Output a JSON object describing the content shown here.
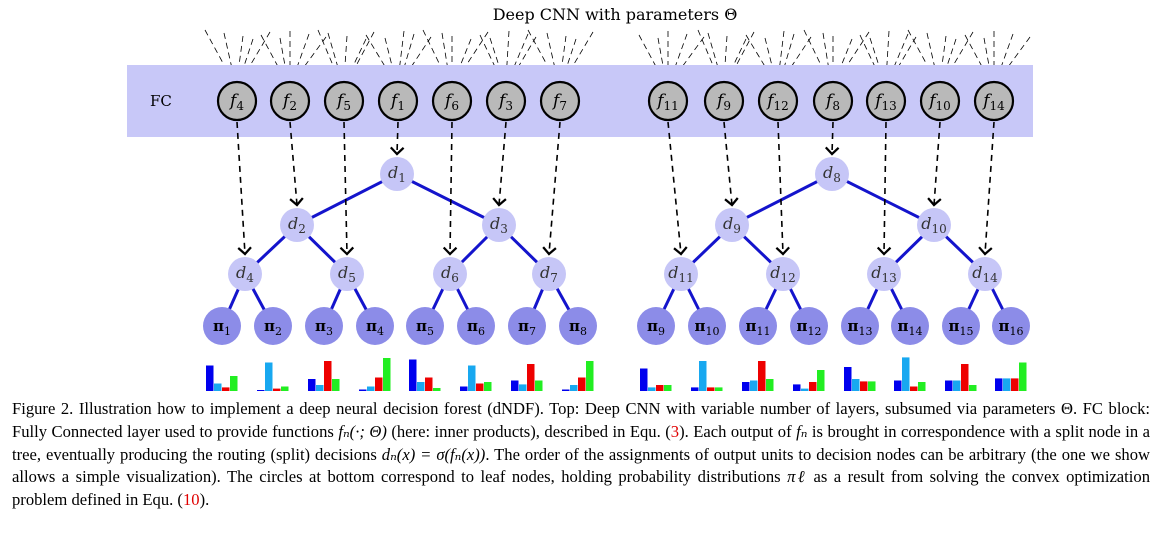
{
  "title": "Deep CNN with parameters Θ",
  "fc_label": "FC",
  "colors": {
    "fc_band": "#c8c8f8",
    "fn_node_fill": "#b9b9b9",
    "split_node_fill": "#c6c6f7",
    "leaf_node_fill": "#8c8ce8",
    "edge": "#1414cc",
    "bar_blue": "#0000ee",
    "bar_cyan": "#18a8f0",
    "bar_red": "#ee0000",
    "bar_green": "#22ee22"
  },
  "fn_nodes": [
    {
      "letter": "f",
      "sub": "4"
    },
    {
      "letter": "f",
      "sub": "2"
    },
    {
      "letter": "f",
      "sub": "5"
    },
    {
      "letter": "f",
      "sub": "1"
    },
    {
      "letter": "f",
      "sub": "6"
    },
    {
      "letter": "f",
      "sub": "3"
    },
    {
      "letter": "f",
      "sub": "7"
    },
    {
      "letter": "f",
      "sub": "11"
    },
    {
      "letter": "f",
      "sub": "9"
    },
    {
      "letter": "f",
      "sub": "12"
    },
    {
      "letter": "f",
      "sub": "8"
    },
    {
      "letter": "f",
      "sub": "13"
    },
    {
      "letter": "f",
      "sub": "10"
    },
    {
      "letter": "f",
      "sub": "14"
    }
  ],
  "split_nodes": [
    {
      "letter": "d",
      "sub": "1"
    },
    {
      "letter": "d",
      "sub": "2"
    },
    {
      "letter": "d",
      "sub": "3"
    },
    {
      "letter": "d",
      "sub": "4"
    },
    {
      "letter": "d",
      "sub": "5"
    },
    {
      "letter": "d",
      "sub": "6"
    },
    {
      "letter": "d",
      "sub": "7"
    },
    {
      "letter": "d",
      "sub": "8"
    },
    {
      "letter": "d",
      "sub": "9"
    },
    {
      "letter": "d",
      "sub": "10"
    },
    {
      "letter": "d",
      "sub": "11"
    },
    {
      "letter": "d",
      "sub": "12"
    },
    {
      "letter": "d",
      "sub": "13"
    },
    {
      "letter": "d",
      "sub": "14"
    }
  ],
  "leaf_nodes": [
    {
      "letter": "π",
      "sub": "1"
    },
    {
      "letter": "π",
      "sub": "2"
    },
    {
      "letter": "π",
      "sub": "3"
    },
    {
      "letter": "π",
      "sub": "4"
    },
    {
      "letter": "π",
      "sub": "5"
    },
    {
      "letter": "π",
      "sub": "6"
    },
    {
      "letter": "π",
      "sub": "7"
    },
    {
      "letter": "π",
      "sub": "8"
    },
    {
      "letter": "π",
      "sub": "9"
    },
    {
      "letter": "π",
      "sub": "10"
    },
    {
      "letter": "π",
      "sub": "11"
    },
    {
      "letter": "π",
      "sub": "12"
    },
    {
      "letter": "π",
      "sub": "13"
    },
    {
      "letter": "π",
      "sub": "14"
    },
    {
      "letter": "π",
      "sub": "15"
    },
    {
      "letter": "π",
      "sub": "16"
    }
  ],
  "leaf_distributions": [
    [
      0.85,
      0.25,
      0.12,
      0.5
    ],
    [
      0.0,
      0.95,
      0.08,
      0.15
    ],
    [
      0.4,
      0.2,
      1.0,
      0.4
    ],
    [
      0.05,
      0.15,
      0.45,
      1.1
    ],
    [
      1.05,
      0.3,
      0.45,
      0.1
    ],
    [
      0.15,
      0.85,
      0.25,
      0.3
    ],
    [
      0.35,
      0.22,
      0.9,
      0.35
    ],
    [
      0.05,
      0.2,
      0.45,
      1.0
    ],
    [
      0.75,
      0.12,
      0.2,
      0.2
    ],
    [
      0.12,
      1.0,
      0.12,
      0.12
    ],
    [
      0.3,
      0.35,
      1.0,
      0.4
    ],
    [
      0.22,
      0.08,
      0.3,
      0.7
    ],
    [
      0.8,
      0.4,
      0.32,
      0.32
    ],
    [
      0.35,
      1.12,
      0.15,
      0.3
    ],
    [
      0.35,
      0.35,
      0.9,
      0.2
    ],
    [
      0.42,
      0.42,
      0.42,
      0.95
    ]
  ],
  "caption": {
    "p1": "Figure 2. Illustration how to implement a deep neural decision forest (dNDF). Top: Deep CNN with variable number of layers, subsumed via parameters Θ. FC block: Fully Connected layer used to provide functions ",
    "p1_math": "fₙ(·; Θ)",
    "p2": " (here: inner products), described in Equ. (",
    "ref1": "3",
    "p3": "). Each output of ",
    "p3_math": "fₙ",
    "p4": " is brought in correspondence with a split node in a tree, eventually producing the routing (split) decisions ",
    "p4_math": "dₙ(x) = σ(fₙ(x))",
    "p5": ". The order of the assignments of output units to decision nodes can be arbitrary (the one we show allows a simple visualization). The circles at bottom correspond to leaf nodes, holding probability distributions ",
    "p5_math": "πℓ",
    "p6": " as a result from solving the convex optimization problem defined in Equ. (",
    "ref2": "10",
    "p7": ")."
  }
}
